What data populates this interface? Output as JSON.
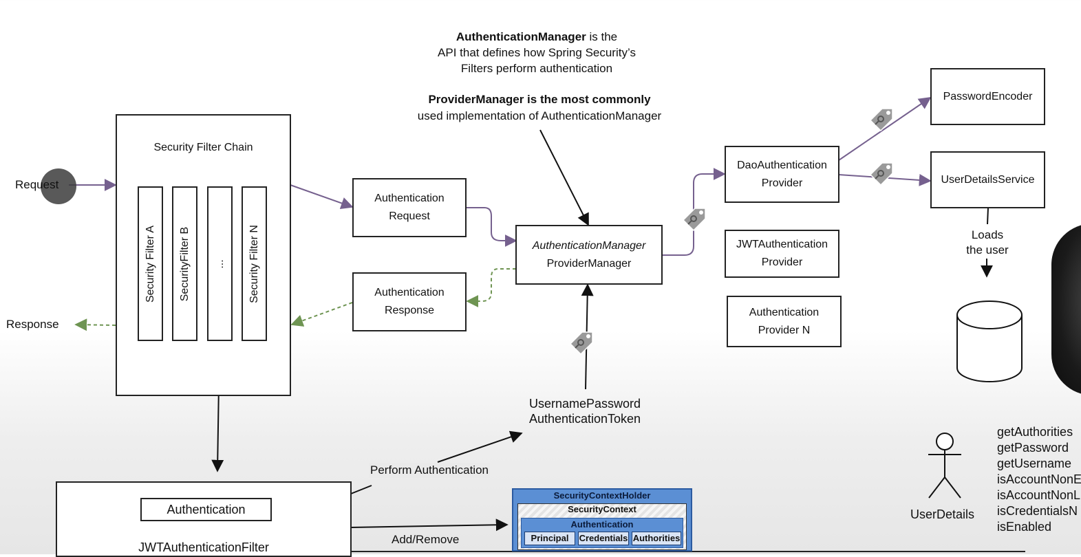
{
  "caption": {
    "l1_bold": "AuthenticationManager",
    "l1_rest": " is the",
    "l2": "API that defines how Spring Security’s",
    "l3": "Filters perform authentication",
    "l4_bold": "ProviderManager is the most commonly",
    "l5": "used implementation of AuthenticationManager"
  },
  "chain": {
    "title": "Security Filter Chain",
    "filters": [
      "Security Filter A",
      "SecurityFilter B",
      "...",
      "Security Filter N"
    ]
  },
  "request": "Request",
  "response": "Response",
  "auth_request": {
    "line1": "Authentication",
    "line2": "Request"
  },
  "auth_response": {
    "line1": "Authentication",
    "line2": "Response"
  },
  "manager": {
    "line1": "AuthenticationManager",
    "line2": "ProviderManager"
  },
  "providers": [
    {
      "line1": "DaoAuthentication",
      "line2": "Provider"
    },
    {
      "line1": "JWTAuthentication",
      "line2": "Provider"
    },
    {
      "line1": "Authentication",
      "line2": "Provider N"
    }
  ],
  "password_encoder": "PasswordEncoder",
  "user_details_service": "UserDetailsService",
  "loads_user": {
    "line1": "Loads",
    "line2": "the user"
  },
  "token": {
    "line1": "UsernamePassword",
    "line2": "AuthenticationToken"
  },
  "perform_auth": "Perform Authentication",
  "add_remove": "Add/Remove",
  "jwt_filter": {
    "inner": "Authentication",
    "name": "JWTAuthenticationFilter"
  },
  "context_holder": {
    "title": "SecurityContextHolder",
    "context": "SecurityContext",
    "auth": "Authentication",
    "cells": [
      "Principal",
      "Credentials",
      "Authorities"
    ]
  },
  "user_details_label": "UserDetails",
  "methods": [
    "getAuthorities",
    "getPassword",
    "getUsername",
    "isAccountNonE",
    "isAccountNonL",
    "isCredentialsN",
    "isEnabled"
  ],
  "colors": {
    "purple": "#75608e",
    "green": "#6e9452",
    "blue": "#5b8fd4",
    "tag": "#9a9a9a"
  }
}
